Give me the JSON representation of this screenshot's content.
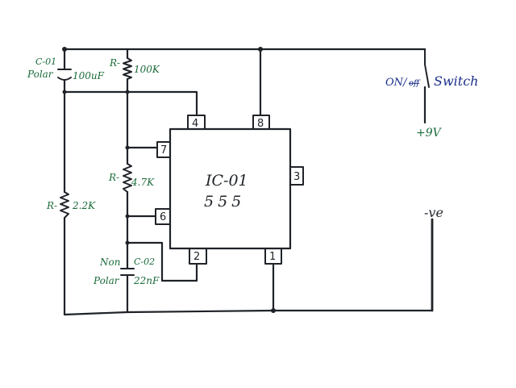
{
  "ic": {
    "name": "IC-01",
    "part": "555",
    "pins": {
      "p1": "1",
      "p2": "2",
      "p3": "3",
      "p4": "4",
      "p6": "6",
      "p7": "7",
      "p8": "8"
    }
  },
  "c1": {
    "ref": "C-01",
    "kind": "Polar",
    "value": "100uF"
  },
  "r1": {
    "ref": "R-",
    "value": "100K"
  },
  "r2": {
    "ref": "R-",
    "value": "4.7K"
  },
  "r3": {
    "ref": "R-",
    "value": "2.2K"
  },
  "c2": {
    "kind_top": "Non",
    "ref": "C-02",
    "kind_bottom": "Polar",
    "value": "22nF"
  },
  "switch": {
    "prefix": "ON/",
    "strike": "off",
    "label": "Switch"
  },
  "supply": {
    "positive": "+9V",
    "negative": "-ve"
  }
}
